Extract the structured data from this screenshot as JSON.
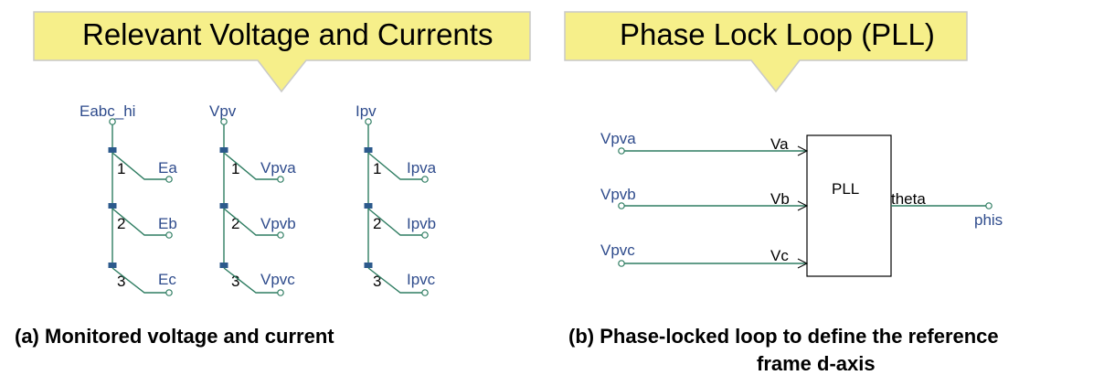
{
  "callouts": {
    "left_title": "Relevant Voltage and Currents",
    "right_title": "Phase Lock Loop (PLL)",
    "fill": "#f6ef8a",
    "border": "#c9c9c9"
  },
  "colors": {
    "wire": "#2f7d62",
    "node_label": "#2e4b8c",
    "junction": "#2c5a8c"
  },
  "splitters": [
    {
      "input": "Eabc_hi",
      "outputs": [
        "Ea",
        "Eb",
        "Ec"
      ],
      "numbers": [
        "1",
        "2",
        "3"
      ]
    },
    {
      "input": "Vpv",
      "outputs": [
        "Vpva",
        "Vpvb",
        "Vpvc"
      ],
      "numbers": [
        "1",
        "2",
        "3"
      ]
    },
    {
      "input": "Ipv",
      "outputs": [
        "Ipva",
        "Ipvb",
        "Ipvc"
      ],
      "numbers": [
        "1",
        "2",
        "3"
      ]
    }
  ],
  "pll": {
    "block_label": "PLL",
    "inputs": [
      {
        "signal": "Vpva",
        "port": "Va"
      },
      {
        "signal": "Vpvb",
        "port": "Vb"
      },
      {
        "signal": "Vpvc",
        "port": "Vc"
      }
    ],
    "output_port": "theta",
    "output_signal": "phis"
  },
  "captions": {
    "left": "(a) Monitored voltage and current",
    "right_line1": "(b) Phase-locked loop to define the reference",
    "right_line2": "frame d-axis"
  }
}
